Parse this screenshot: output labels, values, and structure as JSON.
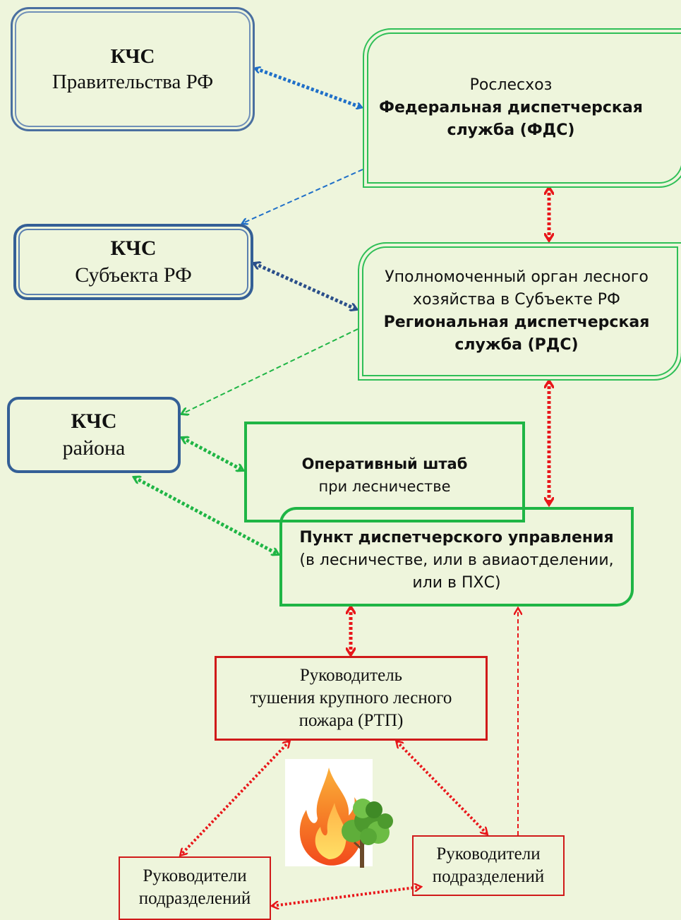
{
  "nodes": {
    "kcs_gov": {
      "title": "КЧС",
      "subtitle": "Правительства РФ"
    },
    "fds": {
      "line1": "Рослесхоз",
      "line2": "Федеральная диспетчерская",
      "line3": "служба (ФДС)"
    },
    "kcs_subject": {
      "title": "КЧС",
      "subtitle": "Субъекта РФ"
    },
    "rds": {
      "line1": "Уполномоченный орган лесного",
      "line2": "хозяйства в Субъекте РФ",
      "line3": "Региональная диспетчерская",
      "line4": "служба (РДС)"
    },
    "kcs_district": {
      "title": "КЧС",
      "subtitle": "района"
    },
    "shtab": {
      "line1": "Оперативный штаб",
      "line2": "при лесничестве"
    },
    "punkt": {
      "line1": "Пункт диспетчерского управления",
      "line2": "(в лесничестве, или в  авиаотделении,",
      "line3": "или в ПХС)"
    },
    "rtp": {
      "line1": "Руководитель",
      "line2": "тушения крупного лесного",
      "line3": "пожара  (РТП)"
    },
    "units_left": {
      "line1": "Руководители",
      "line2": "подразделений"
    },
    "units_right": {
      "line1": "Руководители",
      "line2": "подразделений"
    }
  },
  "colors": {
    "background": "#eef5dc",
    "kcs_border": "#345f96",
    "green_border": "#1fb545",
    "red_border": "#d01a1a",
    "blue_arrow": "#1f6fc8",
    "dark_blue_arrow": "#2b4f8a",
    "green_arrow": "#1fb545",
    "red_arrow": "#e8161a"
  },
  "icons": {
    "illustration": "fire-tree-icon"
  }
}
